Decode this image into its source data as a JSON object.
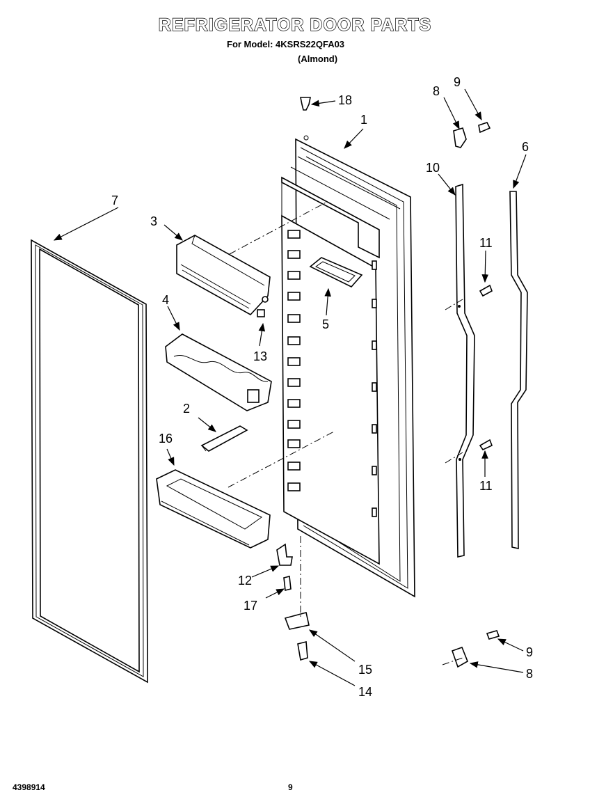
{
  "header": {
    "title": "REFRIGERATOR DOOR PARTS",
    "model_line": "For Model: 4KSRS22QFA03",
    "color_line": "(Almond)"
  },
  "footer": {
    "doc_number": "4398914",
    "page": "9"
  },
  "callouts": {
    "c1": "1",
    "c2": "2",
    "c3": "3",
    "c4": "4",
    "c5": "5",
    "c6": "6",
    "c7": "7",
    "c8a": "8",
    "c8b": "8",
    "c9a": "9",
    "c9b": "9",
    "c10": "10",
    "c11a": "11",
    "c11b": "11",
    "c12": "12",
    "c13": "13",
    "c14": "14",
    "c15": "15",
    "c16": "16",
    "c17": "17",
    "c18": "18"
  }
}
